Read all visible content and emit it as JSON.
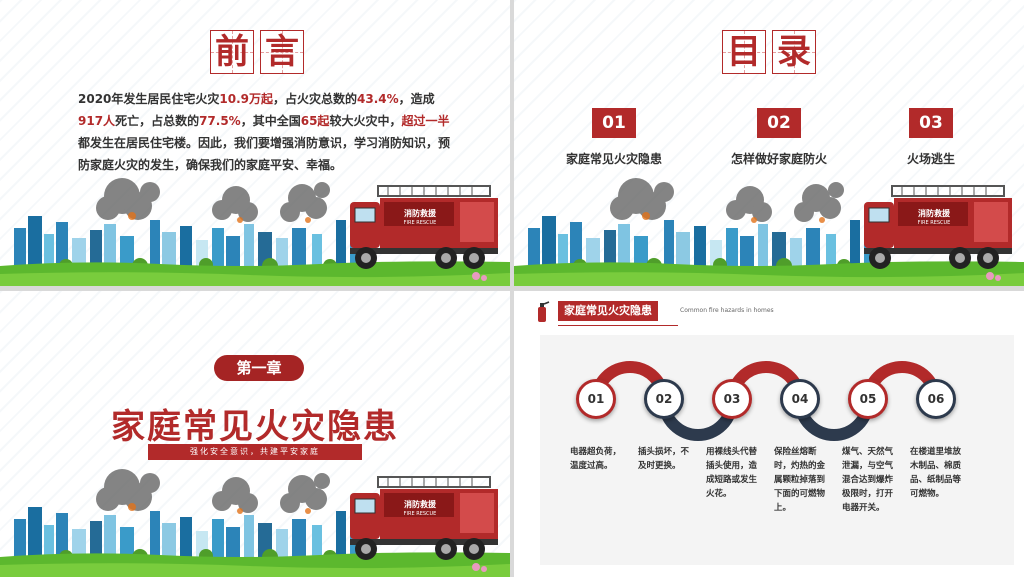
{
  "slide1": {
    "title_chars": [
      "前",
      "言"
    ],
    "intro": [
      {
        "t": "2020年发生居民住宅火灾",
        "h": false
      },
      {
        "t": "10.9万起",
        "h": true
      },
      {
        "t": "，占火灾总数的",
        "h": false
      },
      {
        "t": "43.4%",
        "h": true
      },
      {
        "t": "，造成",
        "h": false
      },
      {
        "t": "917人",
        "h": true
      },
      {
        "t": "死亡，占总数的",
        "h": false
      },
      {
        "t": "77.5%",
        "h": true
      },
      {
        "t": "，其中全国",
        "h": false
      },
      {
        "t": "65起",
        "h": true
      },
      {
        "t": "较大火灾中，",
        "h": false
      },
      {
        "t": "超过一半",
        "h": true
      },
      {
        "t": "都发生在居民住宅楼。因此，我们要增强消防意识，学习消防知识，预防家庭火灾的发生，确保我们的家庭平安、幸福。",
        "h": false
      }
    ]
  },
  "slide2": {
    "title_chars": [
      "目",
      "录"
    ],
    "items": [
      {
        "num": "01",
        "label": "家庭常见火灾隐患"
      },
      {
        "num": "02",
        "label": "怎样做好家庭防火"
      },
      {
        "num": "03",
        "label": "火场逃生"
      }
    ]
  },
  "slide3": {
    "chapter": "第一章",
    "title": "家庭常见火灾隐患",
    "subtitle": "强化安全意识，共建平安家庭"
  },
  "slide4": {
    "header": "家庭常见火灾隐患",
    "header_en": "Common fire hazards in homes",
    "hazards": [
      {
        "num": "01",
        "text": "电器超负荷，温度过高。"
      },
      {
        "num": "02",
        "text": "插头损坏，不及时更换。"
      },
      {
        "num": "03",
        "text": "用裸线头代替插头使用，造成短路或发生火花。"
      },
      {
        "num": "04",
        "text": "保险丝熔断时，灼热的金属颗粒掉落到下面的可燃物上。"
      },
      {
        "num": "05",
        "text": "煤气、天然气泄漏，与空气混合达到爆炸极限时，打开电器开关。"
      },
      {
        "num": "06",
        "text": "在楼道里堆放木制品、棉质品、纸制品等可燃物。"
      }
    ]
  },
  "truck": {
    "label": "消防救援",
    "label_en": "FIRE RESCUE"
  },
  "colors": {
    "accent": "#b22a2a",
    "dark": "#2d3a4d",
    "grass": "#5cb82e"
  }
}
